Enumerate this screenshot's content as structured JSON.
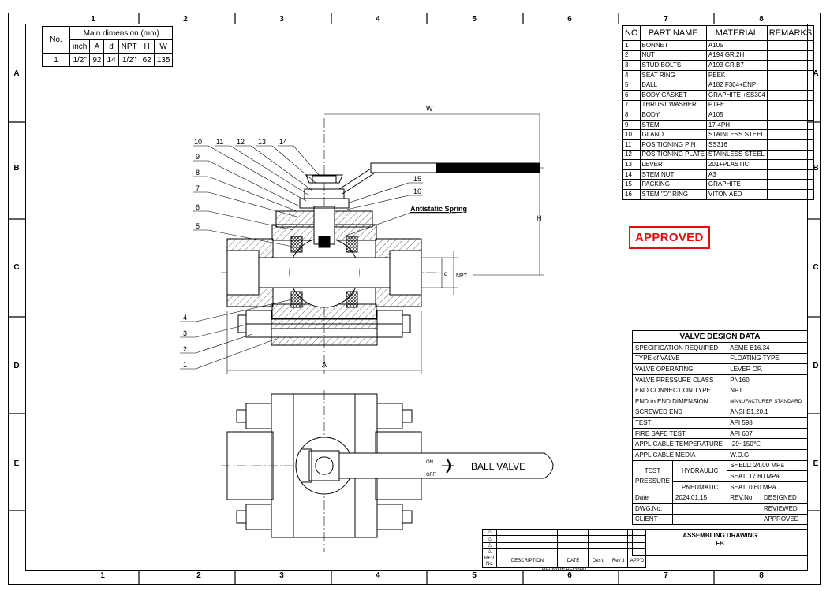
{
  "zones": {
    "top": [
      "1",
      "2",
      "3",
      "4",
      "5",
      "6",
      "7",
      "8"
    ],
    "side_left": [
      "A",
      "B",
      "C",
      "D",
      "E"
    ],
    "side_right": [
      "A",
      "B",
      "C",
      "D",
      "E"
    ]
  },
  "dim_table": {
    "no_label": "No.",
    "group_label": "Main dimension (mm)",
    "cols": [
      "inch",
      "A",
      "d",
      "NPT",
      "H",
      "W"
    ],
    "row": {
      "no": "1",
      "inch": "1/2\"",
      "A": "92",
      "d": "14",
      "NPT": "1/2\"",
      "H": "62",
      "W": "135"
    }
  },
  "parts_table": {
    "headers": [
      "NO",
      "PART NAME",
      "MATERIAL",
      "REMARKS"
    ],
    "rows": [
      {
        "no": "1",
        "name": "BONNET",
        "material": "A105"
      },
      {
        "no": "2",
        "name": "NUT",
        "material": "A194 GR.2H"
      },
      {
        "no": "3",
        "name": "STUD BOLTS",
        "material": "A193 GR.B7"
      },
      {
        "no": "4",
        "name": "SEAT RING",
        "material": "PEEK"
      },
      {
        "no": "5",
        "name": "BALL",
        "material": "A182 F304+ENP"
      },
      {
        "no": "6",
        "name": "BODY GASKET",
        "material": "GRAPHITE +SS304"
      },
      {
        "no": "7",
        "name": "THRUST WASHER",
        "material": "PTFE"
      },
      {
        "no": "8",
        "name": "BODY",
        "material": "A105"
      },
      {
        "no": "9",
        "name": "STEM",
        "material": "17-4PH"
      },
      {
        "no": "10",
        "name": "GLAND",
        "material": "STAINLESS STEEL"
      },
      {
        "no": "11",
        "name": "POSITIONING PIN",
        "material": "SS316"
      },
      {
        "no": "12",
        "name": "POSITIONING PLATE",
        "material": "STAINLESS STEEL"
      },
      {
        "no": "13",
        "name": "LEVER",
        "material": "201+PLASTIC"
      },
      {
        "no": "14",
        "name": "STEM NUT",
        "material": "A3"
      },
      {
        "no": "15",
        "name": "PACKING",
        "material": "GRAPHITE"
      },
      {
        "no": "16",
        "name": "STEM \"O\" RING",
        "material": "VITON AED"
      }
    ]
  },
  "stamp": "APPROVED",
  "design_data": {
    "title": "VALVE DESIGN DATA",
    "rows": [
      {
        "label": "SPECIFICATION REQUIRED",
        "value": "ASME B16.34"
      },
      {
        "label": "TYPE of VALVE",
        "value": "FLOATING TYPE"
      },
      {
        "label": "VALVE OPERATING",
        "value": "LEVER OP."
      },
      {
        "label": "VALVE PRESSURE CLASS",
        "value": "PN160"
      },
      {
        "label": "END CONNECTION TYPE",
        "value": "NPT"
      },
      {
        "label": "END to END DIMENSION",
        "value": "MANUFACTURER STANDARD"
      },
      {
        "label": "SCREWED END",
        "value": "ANSI B1.20.1"
      },
      {
        "label": "TEST",
        "value": "API 598"
      },
      {
        "label": "FIRE SAFE TEST",
        "value": "API 607"
      },
      {
        "label": "APPLICABLE TEMPERATURE",
        "value": "-29~150℃"
      },
      {
        "label": "APPLICABLE MEDIA",
        "value": "W.O.G"
      }
    ],
    "test_pressure": {
      "label": "TEST PRESSURE",
      "hydraulic": "HYDRAULIC",
      "pneumatic": "PNEUMATIC",
      "shell": "SHELL:",
      "shell_val": "24.00",
      "seat1": "SEAT:",
      "seat1_val": "17.60",
      "seat2": "SEAT:",
      "seat2_val": "0.60",
      "unit": "MPa"
    },
    "date_label": "Date",
    "date_value": "2024.01.15",
    "rev_label": "REV.No.",
    "designed": "DESIGNED",
    "dwg_label": "DWG.No.",
    "reviewed": "REVIEWED",
    "client_label": "CLIENT",
    "approved": "APPROVED"
  },
  "title_block": {
    "line1": "ASSEMBLING  DRAWING",
    "line2": "FB"
  },
  "revision": {
    "tri": "△",
    "rev_no": "REV. No.",
    "description": "DESCRIPTION",
    "date": "DATE",
    "desd": "Des'd",
    "revd": "Rev'd",
    "appd": "APP'D",
    "record": "REVISION RECORD"
  },
  "drawing": {
    "balloons": [
      "1",
      "2",
      "3",
      "4",
      "5",
      "6",
      "7",
      "8",
      "9",
      "10",
      "11",
      "12",
      "13",
      "14",
      "15",
      "16"
    ],
    "antistatic": "Antistatic Spring",
    "dim_W": "W",
    "dim_H": "H",
    "dim_A": "A",
    "dim_d": "d",
    "dim_NPT": "NPT",
    "lever_on": "ON",
    "lever_off": "OFF",
    "lever_text": "BALL  VALVE"
  }
}
